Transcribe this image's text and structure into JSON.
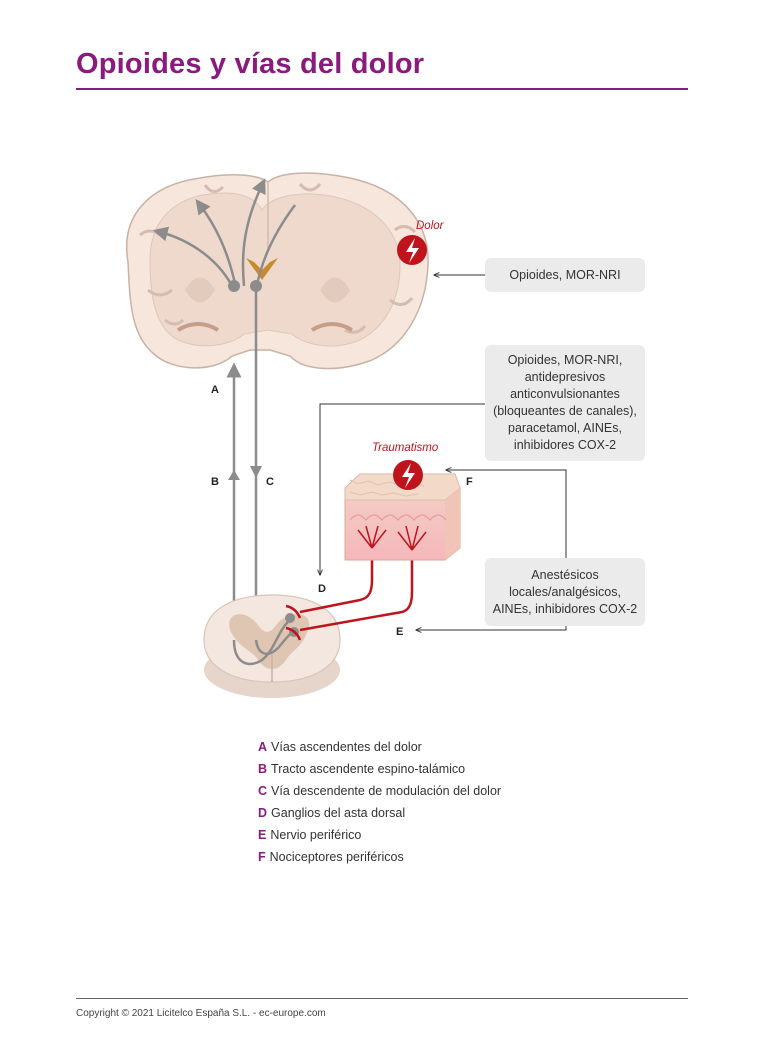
{
  "title": "Opioides y vías del dolor",
  "labels": {
    "dolor": "Dolor",
    "traumatismo": "Traumatismo",
    "A": "A",
    "B": "B",
    "C": "C",
    "D": "D",
    "E": "E",
    "F": "F"
  },
  "boxes": {
    "brain": "Opioides, MOR-NRI",
    "descending": "Opioides, MOR-NRI, antidepresivos anticonvulsionantes (bloqueantes de canales), paracetamol, AINEs, inhibidores COX-2",
    "peripheral": "Anestésicos locales/analgésicos, AINEs, inhibidores COX-2"
  },
  "legend": [
    {
      "letter": "A",
      "text": "Vías ascendentes del dolor"
    },
    {
      "letter": "B",
      "text": "Tracto ascendente espino-talámico"
    },
    {
      "letter": "C",
      "text": "Vía descendente de modulación del dolor"
    },
    {
      "letter": "D",
      "text": "Ganglios del asta dorsal"
    },
    {
      "letter": "E",
      "text": "Nervio periférico"
    },
    {
      "letter": "F",
      "text": "Nociceptores periféricos"
    }
  ],
  "footer": "Copyright © 2021 Licitelco España S.L. - ec-europe.com",
  "colors": {
    "accent": "#8a1b7e",
    "pain": "#c0141c",
    "pathway": "#8c8c8c"
  }
}
